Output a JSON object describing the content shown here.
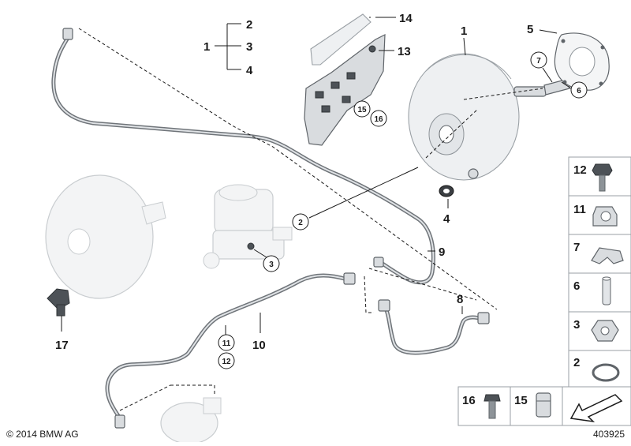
{
  "callouts": {
    "top_1": "1",
    "top_2": "2",
    "top_3": "3",
    "top_4": "4",
    "p14": "14",
    "p13": "13",
    "p15": "15",
    "p16": "16",
    "p1": "1",
    "p5": "5",
    "p7": "7",
    "p6": "6",
    "p4": "4",
    "p2": "2",
    "p3": "3",
    "p9": "9",
    "p8": "8",
    "p10": "10",
    "p11": "11",
    "p12": "12",
    "p17": "17"
  },
  "legend": {
    "b12": "12",
    "b11": "11",
    "b7": "7",
    "b6": "6",
    "b3": "3",
    "b2": "2",
    "b16": "16",
    "b15": "15"
  },
  "footer": {
    "copyright": "© 2014 BMW AG",
    "diagram_id": "403925"
  }
}
